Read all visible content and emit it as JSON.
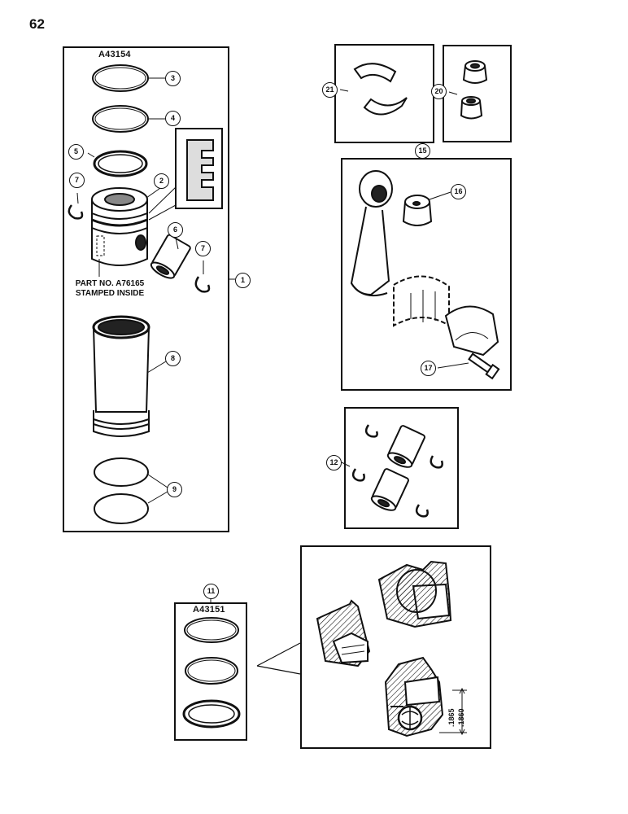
{
  "page": {
    "number": "62"
  },
  "kit_1": {
    "part_number": "A43154",
    "stamp_note": [
      "PART NO. A76165",
      "STAMPED INSIDE"
    ],
    "callouts": {
      "kit": "1",
      "ring_3": "3",
      "ring_4": "4",
      "ring_5": "5",
      "piston": "2",
      "pin": "6",
      "retainer_left": "7",
      "retainer_right": "7",
      "sleeve": "8",
      "seals": "9"
    }
  },
  "kit_21": {
    "callout": "21"
  },
  "kit_20": {
    "callout": "20"
  },
  "kit_15": {
    "callouts": {
      "assembly": "15",
      "bushing": "16",
      "bolt": "17"
    }
  },
  "kit_12": {
    "callout": "12"
  },
  "kit_11": {
    "callout": "11",
    "part_number": "A43151",
    "dimensions": [
      ".1865",
      ".1860"
    ]
  }
}
